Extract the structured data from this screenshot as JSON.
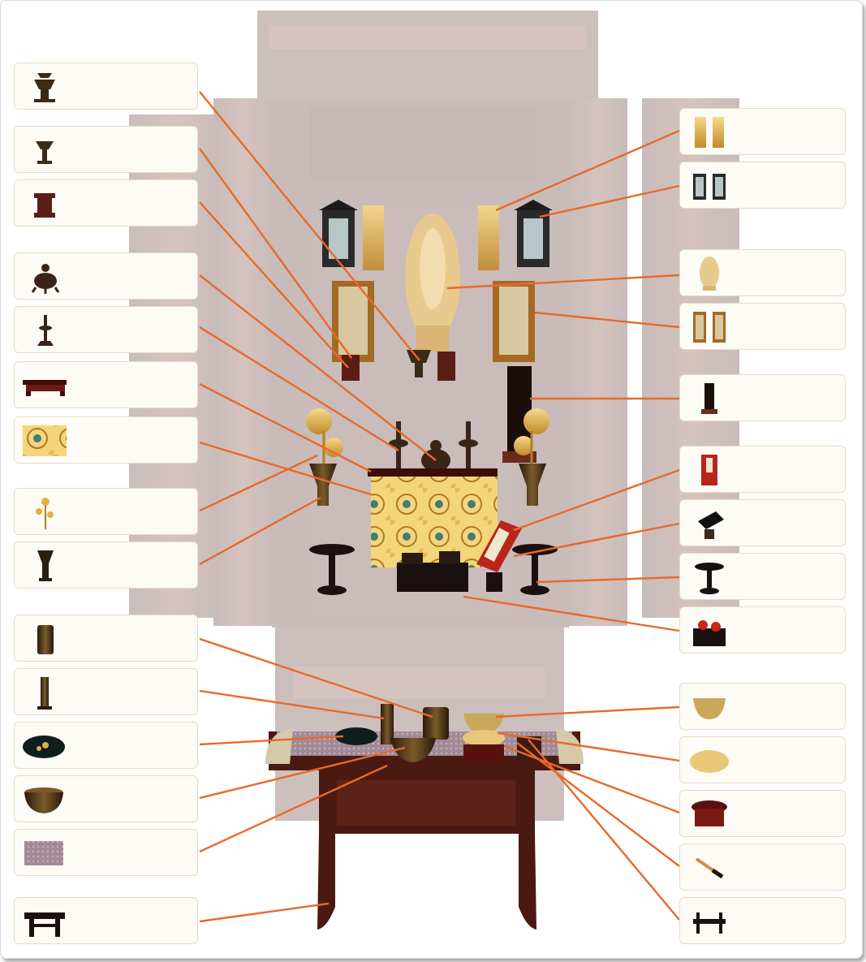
{
  "diagram": {
    "subject": "butsudan-altar-fittings",
    "colors": {
      "leader_line": "#e8692a",
      "card_fill": "#fdfbf6",
      "card_border": "#e6dcc4",
      "cabinet_wood": "#5a1e16",
      "gold": "#d9a63c",
      "brocade": "#f2d27a"
    },
    "left_labels": [
      {
        "id": "L01",
        "icon": "bukki-rice-offering-icon"
      },
      {
        "id": "L02",
        "icon": "chatou-tea-cup-icon"
      },
      {
        "id": "L03",
        "icon": "kouzara-stand-icon"
      },
      {
        "id": "L04",
        "icon": "koro-censer-icon"
      },
      {
        "id": "L05",
        "icon": "rousoku-candlestick-icon"
      },
      {
        "id": "L06",
        "icon": "jodan-shelf-icon"
      },
      {
        "id": "L07",
        "icon": "uchishiki-cloth-icon"
      },
      {
        "id": "L08",
        "icon": "jouka-lotus-flower-icon"
      },
      {
        "id": "L09",
        "icon": "kabin-vase-icon"
      },
      {
        "id": "L10",
        "icon": "incense-holder-icon"
      },
      {
        "id": "L11",
        "icon": "incense-vase-icon"
      },
      {
        "id": "L12",
        "icon": "lacquer-plate-icon"
      },
      {
        "id": "L13",
        "icon": "koro-bowl-icon"
      },
      {
        "id": "L14",
        "icon": "mat-icon"
      },
      {
        "id": "L15",
        "icon": "kyozukue-table-icon"
      }
    ],
    "right_labels": [
      {
        "id": "R01",
        "icon": "youraku-pendant-icon"
      },
      {
        "id": "R02",
        "icon": "lantern-pair-icon"
      },
      {
        "id": "R03",
        "icon": "honzon-statue-icon"
      },
      {
        "id": "R04",
        "icon": "kakejiku-scrolls-icon"
      },
      {
        "id": "R05",
        "icon": "ihai-tablet-icon"
      },
      {
        "id": "R06",
        "icon": "kakochou-book-icon"
      },
      {
        "id": "R07",
        "icon": "kendai-stand-icon"
      },
      {
        "id": "R08",
        "icon": "takatsuki-pedestal-icon"
      },
      {
        "id": "R09",
        "icon": "ozen-tray-icon"
      },
      {
        "id": "R10",
        "icon": "orin-bell-icon"
      },
      {
        "id": "R11",
        "icon": "rin-cushion-icon"
      },
      {
        "id": "R12",
        "icon": "rin-stand-icon"
      },
      {
        "id": "R13",
        "icon": "rin-striker-icon"
      },
      {
        "id": "R14",
        "icon": "juzu-stand-icon"
      }
    ]
  }
}
